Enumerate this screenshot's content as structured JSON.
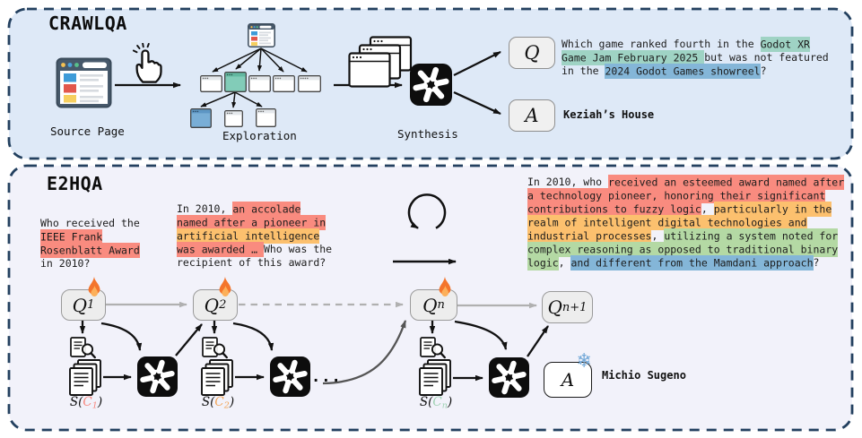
{
  "crawlqa": {
    "title": "CRAWLQA",
    "source_page_label": "Source Page",
    "exploration_label": "Exploration",
    "synthesis_label": "Synthesis",
    "q_badge": "Q",
    "a_badge": "A",
    "question_lines": [
      [
        {
          "t": "Which game ranked fourth in the ",
          "h": ""
        },
        {
          "t": "Godot XR",
          "h": "teal"
        }
      ],
      [
        {
          "t": "Game Jam February 2025 ",
          "h": "teal"
        },
        {
          "t": "but was not featured",
          "h": ""
        }
      ],
      [
        {
          "t": "in the ",
          "h": ""
        },
        {
          "t": "2024 Godot Games showreel",
          "h": "blue"
        },
        {
          "t": "?",
          "h": ""
        }
      ]
    ],
    "answer": "Keziah’s House"
  },
  "e2hqa": {
    "title": "E2HQA",
    "seed_question_lines": [
      [
        {
          "t": "Who received the",
          "h": ""
        }
      ],
      [
        {
          "t": "IEEE Frank",
          "h": "red"
        }
      ],
      [
        {
          "t": "Rosenblatt Award",
          "h": "red"
        }
      ],
      [
        {
          "t": "in 2010?",
          "h": ""
        }
      ]
    ],
    "evolved_question_lines": [
      [
        {
          "t": "In 2010, ",
          "h": ""
        },
        {
          "t": "an accolade",
          "h": "red"
        }
      ],
      [
        {
          "t": "named after a pioneer in",
          "h": "red"
        }
      ],
      [
        {
          "t": "artificial intelligence",
          "h": "orange"
        }
      ],
      [
        {
          "t": "was awarded … ",
          "h": "red"
        },
        {
          "t": "Who was the",
          "h": ""
        }
      ],
      [
        {
          "t": "recipient of this award?",
          "h": ""
        }
      ]
    ],
    "final_question_lines": [
      [
        {
          "t": "In 2010, who ",
          "h": ""
        },
        {
          "t": "received an esteemed award named after",
          "h": "red"
        }
      ],
      [
        {
          "t": "a technology pioneer, honoring their significant",
          "h": "red"
        }
      ],
      [
        {
          "t": "contributions to fuzzy logic",
          "h": "red"
        },
        {
          "t": ", ",
          "h": ""
        },
        {
          "t": "particularly in the",
          "h": "orange"
        }
      ],
      [
        {
          "t": "realm of intelligent digital technologies and",
          "h": "orange"
        }
      ],
      [
        {
          "t": "industrial processes",
          "h": "orange"
        },
        {
          "t": ", ",
          "h": ""
        },
        {
          "t": "utilizing a system noted for",
          "h": "green"
        }
      ],
      [
        {
          "t": "complex reasoning as opposed to traditional binary",
          "h": "green"
        }
      ],
      [
        {
          "t": "logic",
          "h": "green"
        },
        {
          "t": ", ",
          "h": ""
        },
        {
          "t": "and different from the Mamdani approach",
          "h": "blue"
        },
        {
          "t": "?",
          "h": ""
        }
      ]
    ],
    "chain": {
      "q1": {
        "base": "Q",
        "sub": "1"
      },
      "q2": {
        "base": "Q",
        "sub": "2"
      },
      "qn": {
        "base": "Q",
        "sub": "n"
      },
      "qn1": {
        "base": "Q",
        "sub": "n+1"
      },
      "ellipsis": "...",
      "s1": {
        "pre": "S(",
        "c": "C",
        "sub": "1",
        "post": ")"
      },
      "s2": {
        "pre": "S(",
        "c": "C",
        "sub": "2",
        "post": ")"
      },
      "sn": {
        "pre": "S(",
        "c": "C",
        "sub": "n",
        "post": ")"
      },
      "a_badge": "A",
      "snowflake_glyph": "❄",
      "final_answer": "Michio Sugeno"
    }
  },
  "icons": {
    "browser": "source-page-browser-window",
    "click": "tap-hand-cursor",
    "windows": "web-page-windows-tree",
    "stack": "stacked-browser-windows",
    "gpt": "openai-gpt-logo",
    "loop": "iteration-loop-arrow",
    "search_doc": "document-search-magnifier",
    "doc_stack": "document-stack",
    "flame": "fire-trainable",
    "snowflake": "frozen-model"
  },
  "colors": {
    "hl_red": "#f98b7f",
    "hl_orange": "#fcc06e",
    "hl_green": "#b4d9a4",
    "hl_blue": "#84b6d8",
    "hl_teal": "#9fd3c4",
    "c1": "#f8867c",
    "c2": "#f2a65a",
    "cn": "#9fd2b3",
    "panel_crawlqa_bg": "#dee9f7",
    "panel_e2hqa_bg": "#f2f2fa",
    "panel_border": "#23405f",
    "snowflake": "#74a9d8",
    "gray_arrow": "#b0b0b0"
  }
}
